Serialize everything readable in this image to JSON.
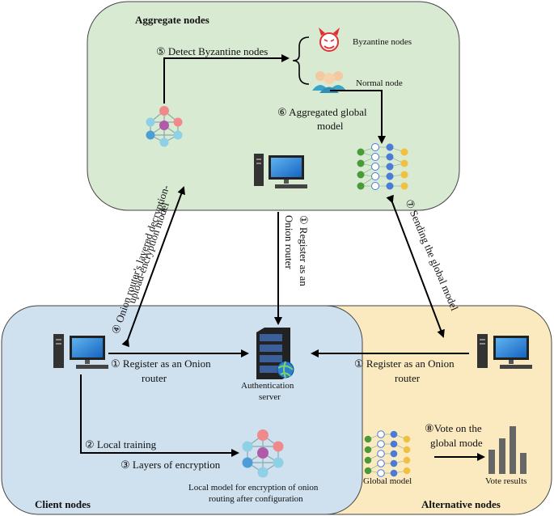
{
  "regions": {
    "aggregate_title": "Aggregate nodes",
    "client_title": "Client nodes",
    "alternative_title": "Alternative nodes"
  },
  "labels": {
    "detect_byzantine": "⑤ Detect Byzantine nodes",
    "byzantine_nodes": "Byzantine nodes",
    "normal_node": "Normal node",
    "aggregated_line1": "⑥ Aggregated global",
    "aggregated_line2": "model",
    "onion_layered_line1": "④ Onion router's layered decryption-",
    "onion_layered_line2": "upload-encryption model",
    "register_onion_vertical_line1": "① Register as an",
    "register_onion_vertical_line2": "Onion router",
    "sending_global_model": "⑦ Sending the global model",
    "register_left_line1": "① Register as an Onion",
    "register_left_line2": "router",
    "register_right_line1": "① Register as an Onion",
    "register_right_line2": "router",
    "auth_server_line1": "Authentication",
    "auth_server_line2": "server",
    "local_training": "② Local training",
    "layers_encryption": "③ Layers of encryption",
    "local_model_line1": "Local model for encryption of onion",
    "local_model_line2": "routing after configuration",
    "vote_line1": "⑧Vote on the",
    "vote_line2": "global mode",
    "global_model": "Global model",
    "vote_results": "Vote results"
  },
  "icons": {
    "byzantine": "devil-face-icon",
    "normal": "people-group-icon",
    "network": "network-graph-icon",
    "neural_net": "neural-network-icon",
    "computer": "desktop-computer-icon",
    "server": "server-icon",
    "bar_chart": "bar-chart-icon"
  },
  "colors": {
    "aggregate_fill": "#d9ead3",
    "client_fill": "#cfe0ef",
    "alternative_fill": "#fbeac0",
    "arrow": "#000000",
    "devil": "#e03030"
  }
}
